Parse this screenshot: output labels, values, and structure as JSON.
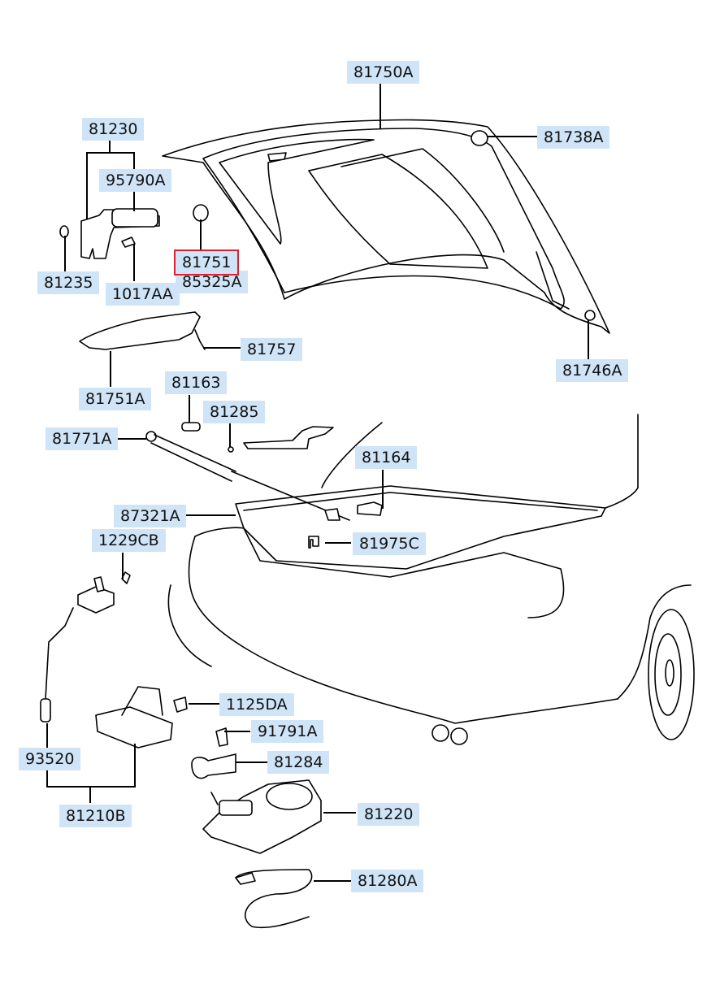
{
  "diagram": {
    "title": "Trunk Lid & Latch Parts Diagram",
    "selected_part": "81751",
    "highlight_color": "#cfe4f7",
    "selection_color": "#e0202a",
    "labels": {
      "p81750A": "81750A",
      "p81738A": "81738A",
      "p81746A": "81746A",
      "p81230": "81230",
      "p95790A": "95790A",
      "p81235": "81235",
      "p1017AA": "1017AA",
      "p81751": "81751",
      "p85325A": "85325A",
      "p81757": "81757",
      "p81751A": "81751A",
      "p81163": "81163",
      "p81285": "81285",
      "p81771A": "81771A",
      "p81164": "81164",
      "p87321A": "87321A",
      "p81975C": "81975C",
      "p1229CB": "1229CB",
      "p1125DA": "1125DA",
      "p91791A": "91791A",
      "p81284": "81284",
      "p81220": "81220",
      "p93520": "93520",
      "p81210B": "81210B",
      "p81280A": "81280A"
    }
  }
}
